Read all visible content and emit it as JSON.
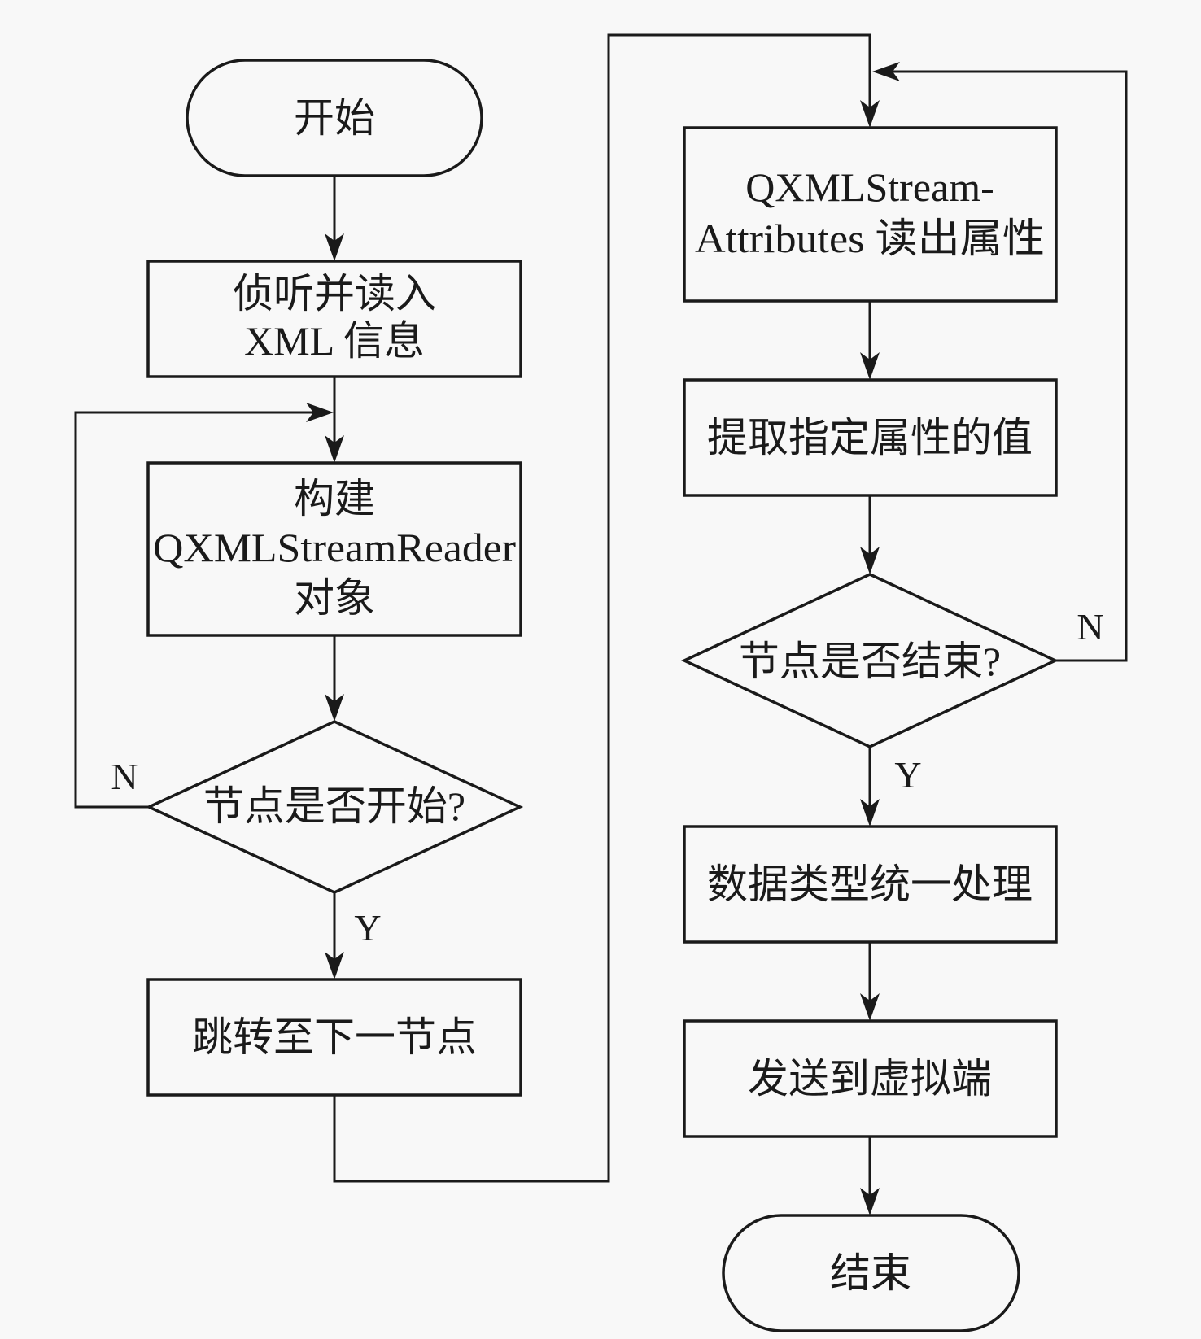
{
  "diagram": {
    "type": "flowchart",
    "colors": {
      "background": "#f8f8f8",
      "stroke": "#1a1a1a",
      "text": "#1a1a1a"
    },
    "nodes": [
      {
        "id": "start",
        "shape": "terminal",
        "lines": [
          "开始"
        ]
      },
      {
        "id": "listen",
        "shape": "process",
        "lines": [
          "侦听并读入",
          "XML 信息"
        ]
      },
      {
        "id": "build",
        "shape": "process",
        "lines": [
          "构建",
          "QXMLStreamReader",
          "对象"
        ]
      },
      {
        "id": "node_start",
        "shape": "decision",
        "lines": [
          "节点是否开始?"
        ]
      },
      {
        "id": "jump",
        "shape": "process",
        "lines": [
          "跳转至下一节点"
        ]
      },
      {
        "id": "read_attr",
        "shape": "process",
        "lines": [
          "QXMLStream-",
          "Attributes 读出属性"
        ]
      },
      {
        "id": "extract",
        "shape": "process",
        "lines": [
          "提取指定属性的值"
        ]
      },
      {
        "id": "node_end",
        "shape": "decision",
        "lines": [
          "节点是否结束?"
        ]
      },
      {
        "id": "unify",
        "shape": "process",
        "lines": [
          "数据类型统一处理"
        ]
      },
      {
        "id": "send",
        "shape": "process",
        "lines": [
          "发送到虚拟端"
        ]
      },
      {
        "id": "end",
        "shape": "terminal",
        "lines": [
          "结束"
        ]
      }
    ],
    "edges": [
      {
        "from": "start",
        "to": "listen",
        "label": ""
      },
      {
        "from": "listen",
        "to": "build",
        "label": ""
      },
      {
        "from": "build",
        "to": "node_start",
        "label": ""
      },
      {
        "from": "node_start",
        "to": "build",
        "label": "N"
      },
      {
        "from": "node_start",
        "to": "jump",
        "label": "Y"
      },
      {
        "from": "jump",
        "to": "read_attr",
        "label": ""
      },
      {
        "from": "read_attr",
        "to": "extract",
        "label": ""
      },
      {
        "from": "extract",
        "to": "node_end",
        "label": ""
      },
      {
        "from": "node_end",
        "to": "read_attr",
        "label": "N"
      },
      {
        "from": "node_end",
        "to": "unify",
        "label": "Y"
      },
      {
        "from": "unify",
        "to": "send",
        "label": ""
      },
      {
        "from": "send",
        "to": "end",
        "label": ""
      }
    ]
  }
}
